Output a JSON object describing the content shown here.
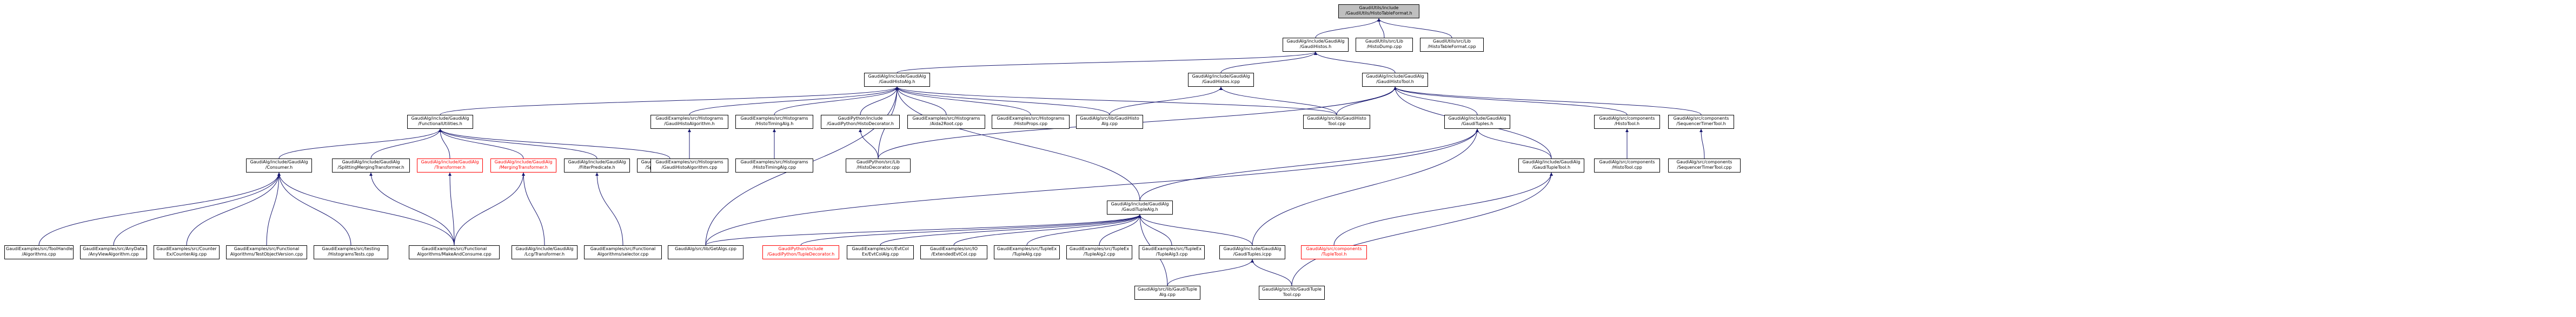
{
  "nodes": [
    {
      "id": "root",
      "lines": [
        "GaudiUtils/include",
        "/GaudiUtils/HistoTableFormat.h"
      ],
      "root": true
    },
    {
      "id": "gaudihistos",
      "lines": [
        "GaudiAlg/include/GaudiAlg",
        "/GaudiHistos.h"
      ]
    },
    {
      "id": "histodump",
      "lines": [
        "GaudiUtils/src/Lib",
        "/HistoDump.cpp"
      ]
    },
    {
      "id": "histotableformat",
      "lines": [
        "GaudiUtils/src/Lib",
        "/HistoTableFormat.cpp"
      ]
    },
    {
      "id": "gaudihistoalg",
      "lines": [
        "GaudiAlg/include/GaudiAlg",
        "/GaudiHistoAlg.h"
      ]
    },
    {
      "id": "gaudihistosicpp",
      "lines": [
        "GaudiAlg/include/GaudiAlg",
        "/GaudiHistos.icpp"
      ]
    },
    {
      "id": "gaudihistotool",
      "lines": [
        "GaudiAlg/include/GaudiAlg",
        "/GaudiHistoTool.h"
      ]
    },
    {
      "id": "functionalutilities",
      "lines": [
        "GaudiAlg/include/GaudiAlg",
        "/FunctionalUtilities.h"
      ]
    },
    {
      "id": "ex_gaudihistoalgorithm",
      "lines": [
        "GaudiExamples/src/Histograms",
        "/GaudiHistoAlgorithm.h"
      ]
    },
    {
      "id": "ex_histotimingalg",
      "lines": [
        "GaudiExamples/src/Histograms",
        "/HistoTimingAlg.h"
      ]
    },
    {
      "id": "gp_histodecorator",
      "lines": [
        "GaudiPython/include",
        "/GaudiPython/HistoDecorator.h"
      ]
    },
    {
      "id": "ex_aida2root",
      "lines": [
        "GaudiExamples/src/Histograms",
        "/Aida2Root.cpp"
      ]
    },
    {
      "id": "ex_histoprops",
      "lines": [
        "GaudiExamples/src/Histograms",
        "/HistoProps.cpp"
      ]
    },
    {
      "id": "lib_gaudihistoalg",
      "lines": [
        "GaudiAlg/src/lib/GaudiHisto",
        "Alg.cpp"
      ]
    },
    {
      "id": "lib_gaudihistotool",
      "lines": [
        "GaudiAlg/src/lib/GaudiHisto",
        "Tool.cpp"
      ]
    },
    {
      "id": "gaudituples",
      "lines": [
        "GaudiAlg/include/GaudiAlg",
        "/GaudiTuples.h"
      ]
    },
    {
      "id": "comp_histotool_h",
      "lines": [
        "GaudiAlg/src/components",
        "/HistoTool.h"
      ]
    },
    {
      "id": "comp_sequencertimertool_h",
      "lines": [
        "GaudiAlg/src/components",
        "/SequencerTimerTool.h"
      ]
    },
    {
      "id": "consumer",
      "lines": [
        "GaudiAlg/include/GaudiAlg",
        "/Consumer.h"
      ]
    },
    {
      "id": "splittingmergingtransformer",
      "lines": [
        "GaudiAlg/include/GaudiAlg",
        "/SplittingMergingTransformer.h"
      ]
    },
    {
      "id": "transformer",
      "lines": [
        "GaudiAlg/include/GaudiAlg",
        "/Transformer.h"
      ],
      "missing": true
    },
    {
      "id": "mergingtransformer",
      "lines": [
        "GaudiAlg/include/GaudiAlg",
        "/MergingTransformer.h"
      ],
      "missing": true
    },
    {
      "id": "filterpredicate",
      "lines": [
        "GaudiAlg/include/GaudiAlg",
        "/FilterPredicate.h"
      ]
    },
    {
      "id": "splittingtransformer",
      "lines": [
        "GaudiAlg/include/GaudiAlg",
        "/SplittingTransformer.h"
      ]
    },
    {
      "id": "ex_gaudihistoalgorithm_cpp",
      "lines": [
        "GaudiExamples/src/Histograms",
        "/GaudiHistoAlgorithm.cpp"
      ]
    },
    {
      "id": "ex_histotimingalg_cpp",
      "lines": [
        "GaudiExamples/src/Histograms",
        "/HistoTimingAlg.cpp"
      ]
    },
    {
      "id": "gp_histodecorator_cpp",
      "lines": [
        "GaudiPython/src/Lib",
        "/HistoDecorator.cpp"
      ]
    },
    {
      "id": "gauditupletool",
      "lines": [
        "GaudiAlg/include/GaudiAlg",
        "/GaudiTupleTool.h"
      ]
    },
    {
      "id": "comp_histotool_cpp",
      "lines": [
        "GaudiAlg/src/components",
        "/HistoTool.cpp"
      ]
    },
    {
      "id": "comp_sequencertimertool_cpp",
      "lines": [
        "GaudiAlg/src/components",
        "/SequencerTimerTool.cpp"
      ]
    },
    {
      "id": "gaudituplealg",
      "lines": [
        "GaudiAlg/include/GaudiAlg",
        "/GaudiTupleAlg.h"
      ]
    },
    {
      "id": "ex_toolhandles",
      "lines": [
        "GaudiExamples/src/ToolHandles",
        "/Algorithms.cpp"
      ]
    },
    {
      "id": "ex_anydata",
      "lines": [
        "GaudiExamples/src/AnyData",
        "/AnyViewAlgorithm.cpp"
      ]
    },
    {
      "id": "ex_counterex",
      "lines": [
        "GaudiExamples/src/Counter",
        "Ex/CounterAlg.cpp"
      ]
    },
    {
      "id": "ex_testobjectversion",
      "lines": [
        "GaudiExamples/src/Functional",
        "Algorithms/TestObjectVersion.cpp"
      ]
    },
    {
      "id": "ex_histogramstests",
      "lines": [
        "GaudiExamples/src/testing",
        "/HistogramsTests.cpp"
      ]
    },
    {
      "id": "ex_makeandconsume",
      "lines": [
        "GaudiExamples/src/Functional",
        "Algorithms/MakeAndConsume.cpp"
      ]
    },
    {
      "id": "lcg_transformer",
      "lines": [
        "GaudiAlg/include/GaudiAlg",
        "/Lcg/Transformer.h"
      ]
    },
    {
      "id": "ex_algorithmselector",
      "lines": [
        "GaudiExamples/src/Functional",
        "Algorithms/selector.cpp"
      ]
    },
    {
      "id": "lib_getalgs",
      "lines": [
        "GaudiAlg/src/lib/GetAlgs.cpp"
      ]
    },
    {
      "id": "gp_tupledecorator",
      "lines": [
        "GaudiPython/include",
        "/GaudiPython/TupleDecorator.h"
      ],
      "missing": true
    },
    {
      "id": "ex_evtcolex",
      "lines": [
        "GaudiExamples/src/EvtCol",
        "Ex/EvtColAlg.cpp"
      ]
    },
    {
      "id": "ex_extendedevtcol",
      "lines": [
        "GaudiExamples/src/IO",
        "/ExtendedEvtCol.cpp"
      ]
    },
    {
      "id": "ex_tuplealg",
      "lines": [
        "GaudiExamples/src/TupleEx",
        "/TupleAlg.cpp"
      ]
    },
    {
      "id": "ex_tuplealg2",
      "lines": [
        "GaudiExamples/src/TupleEx",
        "/TupleAlg2.cpp"
      ]
    },
    {
      "id": "ex_tuplealg3",
      "lines": [
        "GaudiExamples/src/TupleEx",
        "/TupleAlg3.cpp"
      ]
    },
    {
      "id": "gaudituples_icpp",
      "lines": [
        "GaudiAlg/include/GaudiAlg",
        "/GaudiTuples.icpp"
      ]
    },
    {
      "id": "comp_tupletool",
      "lines": [
        "GaudiAlg/src/components",
        "/TupleTool.h"
      ],
      "missing": true
    },
    {
      "id": "lib_gaudituplealg",
      "lines": [
        "GaudiAlg/src/lib/GaudiTuple",
        "Alg.cpp"
      ]
    },
    {
      "id": "lib_gauditupletool",
      "lines": [
        "GaudiAlg/src/lib/GaudiTuple",
        "Tool.cpp"
      ]
    }
  ],
  "edges": [
    [
      "root",
      "gaudihistos"
    ],
    [
      "root",
      "histodump"
    ],
    [
      "root",
      "histotableformat"
    ],
    [
      "gaudihistos",
      "gaudihistoalg"
    ],
    [
      "gaudihistos",
      "gaudihistosicpp"
    ],
    [
      "gaudihistos",
      "gaudihistotool"
    ],
    [
      "gaudihistoalg",
      "functionalutilities"
    ],
    [
      "gaudihistoalg",
      "ex_gaudihistoalgorithm"
    ],
    [
      "gaudihistoalg",
      "ex_histotimingalg"
    ],
    [
      "gaudihistoalg",
      "gp_histodecorator"
    ],
    [
      "gaudihistoalg",
      "ex_aida2root"
    ],
    [
      "gaudihistoalg",
      "ex_histoprops"
    ],
    [
      "gaudihistoalg",
      "lib_gaudihistoalg"
    ],
    [
      "gaudihistoalg",
      "lib_gaudihistotool"
    ],
    [
      "gaudihistoalg",
      "gaudituplealg"
    ],
    [
      "gaudihistoalg",
      "lib_getalgs"
    ],
    [
      "gaudihistoalg",
      "gp_histodecorator_cpp"
    ],
    [
      "gaudihistosicpp",
      "lib_gaudihistoalg"
    ],
    [
      "gaudihistosicpp",
      "lib_gaudihistotool"
    ],
    [
      "gaudihistotool",
      "lib_gaudihistotool"
    ],
    [
      "gaudihistotool",
      "gaudituples"
    ],
    [
      "gaudihistotool",
      "comp_histotool_h"
    ],
    [
      "gaudihistotool",
      "comp_sequencertimertool_h"
    ],
    [
      "gaudihistotool",
      "gauditupletool"
    ],
    [
      "gaudihistotool",
      "gp_histodecorator_cpp"
    ],
    [
      "functionalutilities",
      "consumer"
    ],
    [
      "functionalutilities",
      "splittingmergingtransformer"
    ],
    [
      "functionalutilities",
      "transformer"
    ],
    [
      "functionalutilities",
      "mergingtransformer"
    ],
    [
      "functionalutilities",
      "filterpredicate"
    ],
    [
      "functionalutilities",
      "splittingtransformer"
    ],
    [
      "ex_gaudihistoalgorithm",
      "ex_gaudihistoalgorithm_cpp"
    ],
    [
      "ex_histotimingalg",
      "ex_histotimingalg_cpp"
    ],
    [
      "gp_histodecorator",
      "gp_histodecorator_cpp"
    ],
    [
      "gaudituples",
      "gaudituplealg"
    ],
    [
      "gaudituples",
      "gauditupletool"
    ],
    [
      "gaudituples",
      "gaudituples_icpp"
    ],
    [
      "gaudituples",
      "lib_getalgs"
    ],
    [
      "gauditupletool",
      "comp_tupletool"
    ],
    [
      "gauditupletool",
      "lib_gauditupletool"
    ],
    [
      "comp_histotool_h",
      "comp_histotool_cpp"
    ],
    [
      "comp_sequencertimertool_h",
      "comp_sequencertimertool_cpp"
    ],
    [
      "consumer",
      "ex_toolhandles"
    ],
    [
      "consumer",
      "ex_anydata"
    ],
    [
      "consumer",
      "ex_counterex"
    ],
    [
      "consumer",
      "ex_testobjectversion"
    ],
    [
      "consumer",
      "ex_histogramstests"
    ],
    [
      "consumer",
      "ex_makeandconsume"
    ],
    [
      "splittingmergingtransformer",
      "ex_makeandconsume"
    ],
    [
      "transformer",
      "ex_makeandconsume"
    ],
    [
      "mergingtransformer",
      "ex_makeandconsume"
    ],
    [
      "mergingtransformer",
      "lcg_transformer"
    ],
    [
      "filterpredicate",
      "ex_algorithmselector"
    ],
    [
      "gaudituplealg",
      "lib_getalgs"
    ],
    [
      "gaudituplealg",
      "gp_tupledecorator"
    ],
    [
      "gaudituplealg",
      "ex_evtcolex"
    ],
    [
      "gaudituplealg",
      "ex_extendedevtcol"
    ],
    [
      "gaudituplealg",
      "ex_tuplealg"
    ],
    [
      "gaudituplealg",
      "ex_tuplealg2"
    ],
    [
      "gaudituplealg",
      "ex_tuplealg3"
    ],
    [
      "gaudituplealg",
      "lib_gaudituplealg"
    ],
    [
      "gaudituplealg",
      "gaudituples_icpp"
    ],
    [
      "gaudituples_icpp",
      "lib_gaudituplealg"
    ],
    [
      "gaudituples_icpp",
      "lib_gauditupletool"
    ]
  ]
}
